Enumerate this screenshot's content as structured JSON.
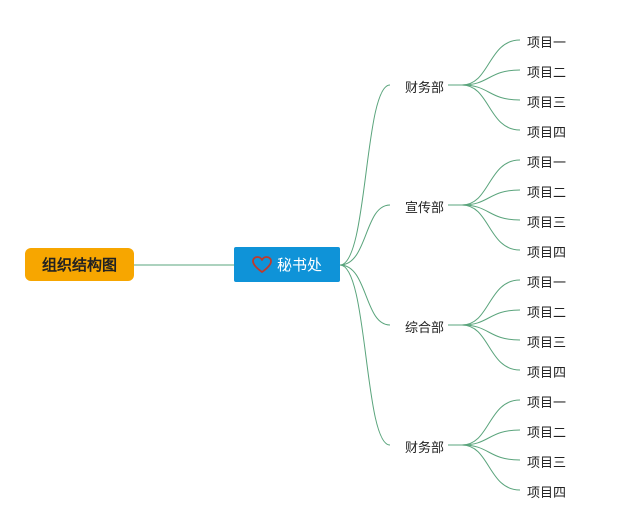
{
  "root": {
    "label": "组织结构图",
    "color": "#f7a600"
  },
  "secretary": {
    "label": "秘书处",
    "icon": "heart-outline-icon",
    "color": "#0f93d8",
    "icon_color": "#c0392b"
  },
  "link_color": "#5aa47c",
  "departments": [
    {
      "label": "财务部",
      "items": [
        "项目一",
        "项目二",
        "项目三",
        "项目四"
      ]
    },
    {
      "label": "宣传部",
      "items": [
        "项目一",
        "项目二",
        "项目三",
        "项目四"
      ]
    },
    {
      "label": "综合部",
      "items": [
        "项目一",
        "项目二",
        "项目三",
        "项目四"
      ]
    },
    {
      "label": "财务部",
      "items": [
        "项目一",
        "项目二",
        "项目三",
        "项目四"
      ]
    }
  ]
}
